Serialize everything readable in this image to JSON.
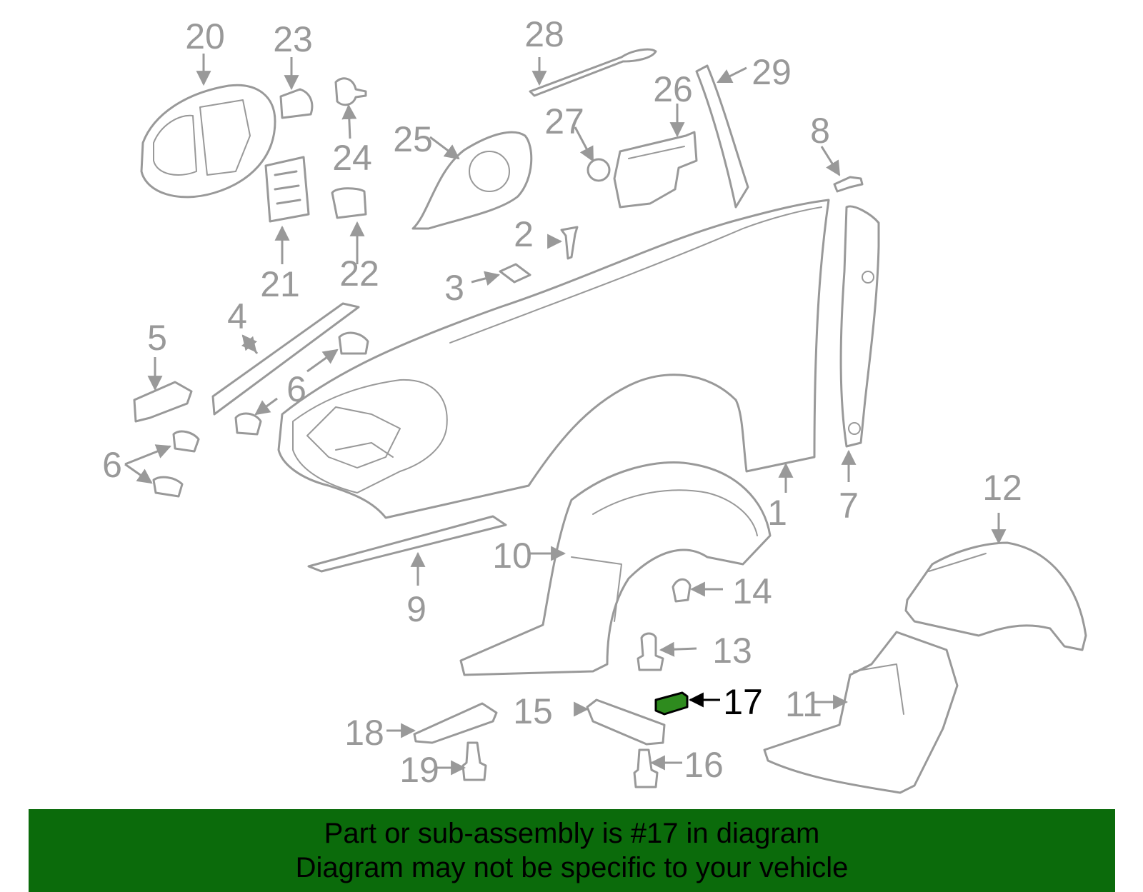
{
  "diagram": {
    "callouts": [
      {
        "number": "1"
      },
      {
        "number": "2"
      },
      {
        "number": "3"
      },
      {
        "number": "4"
      },
      {
        "number": "5"
      },
      {
        "number": "6"
      },
      {
        "number": "6"
      },
      {
        "number": "7"
      },
      {
        "number": "8"
      },
      {
        "number": "9"
      },
      {
        "number": "10"
      },
      {
        "number": "11"
      },
      {
        "number": "12"
      },
      {
        "number": "13"
      },
      {
        "number": "14"
      },
      {
        "number": "15"
      },
      {
        "number": "16"
      },
      {
        "number": "17"
      },
      {
        "number": "18"
      },
      {
        "number": "19"
      },
      {
        "number": "20"
      },
      {
        "number": "21"
      },
      {
        "number": "22"
      },
      {
        "number": "23"
      },
      {
        "number": "24"
      },
      {
        "number": "25"
      },
      {
        "number": "26"
      },
      {
        "number": "27"
      },
      {
        "number": "28"
      },
      {
        "number": "29"
      }
    ],
    "highlight_color": "#2e8b1e",
    "line_color": "#999999"
  },
  "banner": {
    "line1": "Part or sub-assembly is #17 in diagram",
    "line2": "Diagram may not be specific to your vehicle",
    "background": "#0b6b0b"
  }
}
